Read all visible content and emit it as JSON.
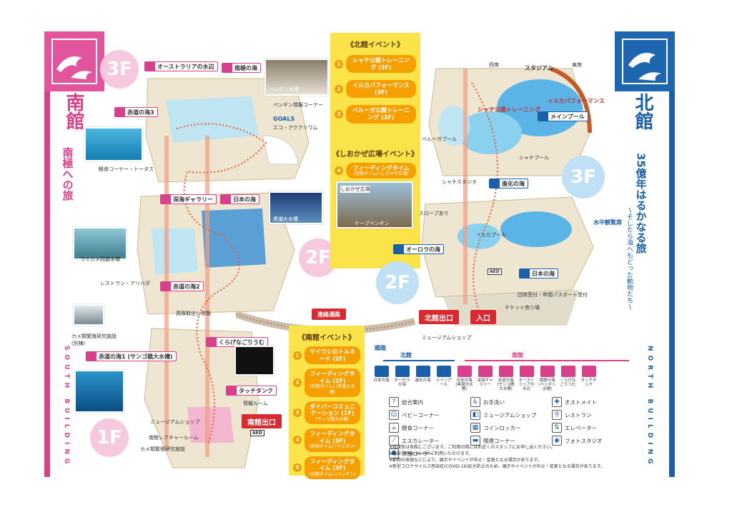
{
  "south": {
    "name": "南館",
    "name_en": "SOUTH BUILDING",
    "tagline": "南極への旅",
    "floors": [
      "3F",
      "2F",
      "1F"
    ],
    "tags": [
      {
        "id": "aus",
        "label": "オーストラリアの水辺"
      },
      {
        "id": "nankyoku",
        "label": "南極の海"
      },
      {
        "id": "akamichi3",
        "label": "赤道の海3"
      },
      {
        "id": "shinkai",
        "label": "深海ギャラリー"
      },
      {
        "id": "nihon",
        "label": "日本の海"
      },
      {
        "id": "akamichi2",
        "label": "赤道の海2"
      },
      {
        "id": "kurage",
        "label": "くらげなごりうむ"
      },
      {
        "id": "akamichi1",
        "label": "赤道の海1 (サンゴ礁大水槽)"
      },
      {
        "id": "touch",
        "label": "タッチタンク"
      }
    ],
    "labels": {
      "penguin_tank": "ペンギン水槽",
      "penguin_info": "ペンギン情報コーナー",
      "goals": "GOALS",
      "eco": "エコ・アクアリウム",
      "meal": "軽食コーナー・トータス",
      "kuroshio": "黒潮大水槽",
      "umigame": "ウミガメ回遊水槽",
      "restaurant": "レストラン・アリバダ",
      "kame": "カメ類繁殖研究施設",
      "kame_sub": "(別棟)",
      "shinju": "真珠取出し体験",
      "museum_shop": "ミュージアムショップ",
      "info_room": "情報ルーム",
      "lecture": "南館レクチャールーム",
      "kame_research": "カメ類繁殖研究施設"
    },
    "exit": "南館出口",
    "aed": "AED",
    "connector": "連絡通路",
    "events_title": "《南館イベント》",
    "events": [
      {
        "num": "1",
        "name": "マイワシのトルネード (2F)",
        "sub": ""
      },
      {
        "num": "2",
        "name": "フィーディングタイム (2F)",
        "sub": "(前期タイム) (黒潮大水槽)"
      },
      {
        "num": "3",
        "name": "ダイバーコミュニケーション (1F)",
        "sub": "(サンゴ礁大水槽)"
      },
      {
        "num": "4",
        "name": "フィーディングタイム (3F)",
        "sub": "(前期タイム) (ウミガメ)"
      },
      {
        "num": "5",
        "name": "フィーディングタイム (3F)",
        "sub": "(前期タイム) (ペンギン)"
      }
    ]
  },
  "north": {
    "name": "北館",
    "name_en": "NORTH BUILDING",
    "tagline": "35億年はるかなる旅",
    "tagline_sub": "〜そしたら海へもどった動物たち〜",
    "floors": [
      "3F",
      "2F"
    ],
    "tags": [
      {
        "id": "shinka",
        "label": "進化の海"
      },
      {
        "id": "aurora",
        "label": "オーロラの海"
      },
      {
        "id": "nihon",
        "label": "日本の海"
      },
      {
        "id": "main",
        "label": "メインプール"
      },
      {
        "id": "suichu",
        "label": "水中観覧席"
      }
    ],
    "labels": {
      "stadium": "スタジアム",
      "seat_a": "西席",
      "seat_b": "東席",
      "shachi_training": "シャチ公開トレーニング",
      "iruka": "イルカパフォーマンス",
      "shachi_pool": "シャチプール",
      "shachi_studio": "シャチスタジオ",
      "beluga_pool": "ベルーガプール",
      "slope": "スロープあり",
      "iruka_pool": "イルカプール",
      "group": "団体受付・年間パスポート受付",
      "ticket": "チケット売り場",
      "museum_shop": "ミュージアムショップ"
    },
    "exit": "北館出口",
    "entrance": "入口",
    "aed": "AED",
    "events_title": "《北館イベント》",
    "events": [
      {
        "num": "1",
        "name": "シャチ公開トレーニング (3F)"
      },
      {
        "num": "2",
        "name": "イルカパフォーマンス (3F)"
      },
      {
        "num": "3",
        "name": "ベルーガ公開トレーニング (3F)"
      }
    ],
    "plaza_title": "《しおかぜ広場イベント》",
    "plaza_event": {
      "num": "4",
      "name": "フィーディングタイム",
      "sub": "(前期タイム) (しおかぜ広場)"
    },
    "plaza_photo_lbl": "しおかぜ広場",
    "plaza_photo_lbl2": "ケープペンギン"
  },
  "route": {
    "title": "順路",
    "north": "北館",
    "south": "南館",
    "stops": [
      {
        "label": "日本の海",
        "color": "#1a5fa8"
      },
      {
        "label": "オーロラの海",
        "color": "#1a5fa8"
      },
      {
        "label": "進化の海",
        "color": "#1a5fa8"
      },
      {
        "label": "メインプール",
        "color": "#1a5fa8"
      },
      {
        "label": "日本の海 (黒潮大水槽)",
        "color": "#d8408c"
      },
      {
        "label": "深海ギャラリー",
        "color": "#d8408c"
      },
      {
        "label": "赤道の海 (サンゴ礁大水槽)",
        "color": "#d8408c"
      },
      {
        "label": "オーストラリアの水辺",
        "color": "#d8408c"
      },
      {
        "label": "南極の海 (ペンギン水槽)",
        "color": "#d8408c"
      },
      {
        "label": "くらげなごりうむ",
        "color": "#d8408c"
      },
      {
        "label": "タッチタンク",
        "color": "#d8408c"
      }
    ]
  },
  "legend": [
    {
      "icon": "info-icon",
      "glyph": "?",
      "label": "総合案内"
    },
    {
      "icon": "restroom-icon",
      "glyph": "♿",
      "label": "お手洗い"
    },
    {
      "icon": "ostomate-icon",
      "glyph": "✚",
      "label": "オストメイト"
    },
    {
      "icon": "baby-corner-icon",
      "glyph": "☺",
      "label": "ベビーコーナー"
    },
    {
      "icon": "shop-icon",
      "glyph": "◧",
      "label": "ミュージアムショップ"
    },
    {
      "icon": "restaurant-icon",
      "glyph": "⚲",
      "label": "レストラン"
    },
    {
      "icon": "snack-icon",
      "glyph": "☕",
      "label": "軽食コーナー"
    },
    {
      "icon": "locker-icon",
      "glyph": "▦",
      "label": "コインロッカー"
    },
    {
      "icon": "elevator-icon",
      "glyph": "⇅",
      "label": "エレベーター"
    },
    {
      "icon": "escalator-icon",
      "glyph": "⟋",
      "label": "エスカレーター"
    },
    {
      "icon": "smoking-icon",
      "glyph": "▬",
      "label": "喫煙コーナー"
    },
    {
      "icon": "photo-studio-icon",
      "glyph": "◉",
      "label": "フォトスタジオ"
    },
    {
      "icon": "rest-icon",
      "glyph": "☗",
      "label": "休憩コーナー"
    }
  ],
  "notes": [
    "※救護室は各館にございます。ご利用の際にはお近くのスタッフにお申し出ください。",
    "※全館でFree Wi-Fiがご利用いただけます。",
    "※動物の体調などにより、展示やイベントが中止・変更となる場合があります。",
    "※新型コロナウイルス感染症(COVID-19)拡大防止のため、展示やイベントが中止・変更となる場合があります。"
  ],
  "colors": {
    "south": "#d8408c",
    "north": "#1a5fa8",
    "event_yellow": "#fbe34a",
    "event_pill": "#f5a000",
    "exit_red": "#d82a30"
  }
}
